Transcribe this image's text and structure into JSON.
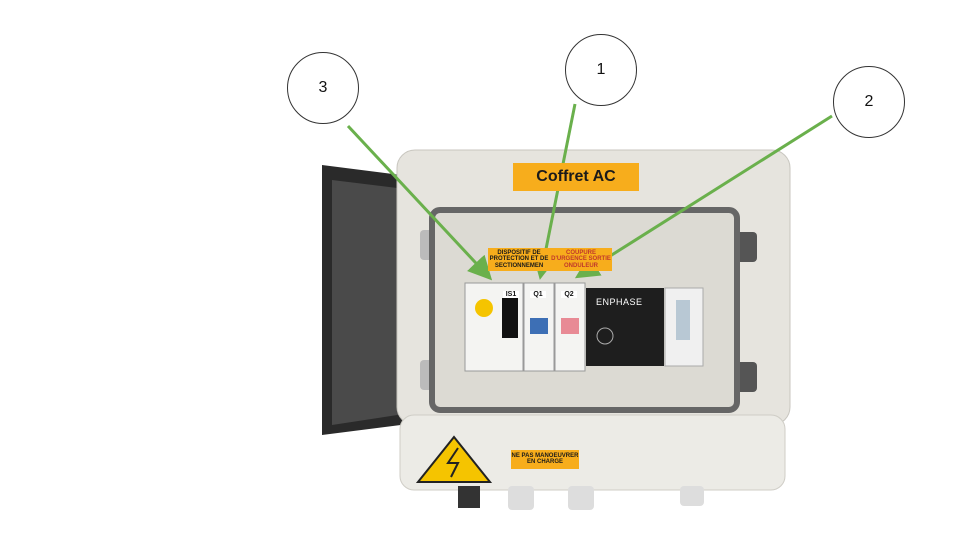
{
  "callouts": [
    {
      "number": "1"
    },
    {
      "number": "2"
    },
    {
      "number": "3"
    }
  ],
  "labels": {
    "box_title": "Coffret AC",
    "protection": "DISPOSITIF DE PROTECTION ET DE SECTIONNEMEN",
    "emergency": "COUPURE D'URGENCE SORTIE ONDULEUR",
    "warning": "NE PAS MANOEUVRER EN CHARGE"
  },
  "modules": {
    "is1": "IS1",
    "q1": "Q1",
    "q2": "Q2",
    "enphase": "ENPHASE"
  },
  "colors": {
    "arrow": "#6ab04c",
    "label": "#f7ad1c",
    "q1_toggle": "#3d6fb5",
    "q2_toggle": "#e88a95",
    "housing": "#e6e4de"
  }
}
